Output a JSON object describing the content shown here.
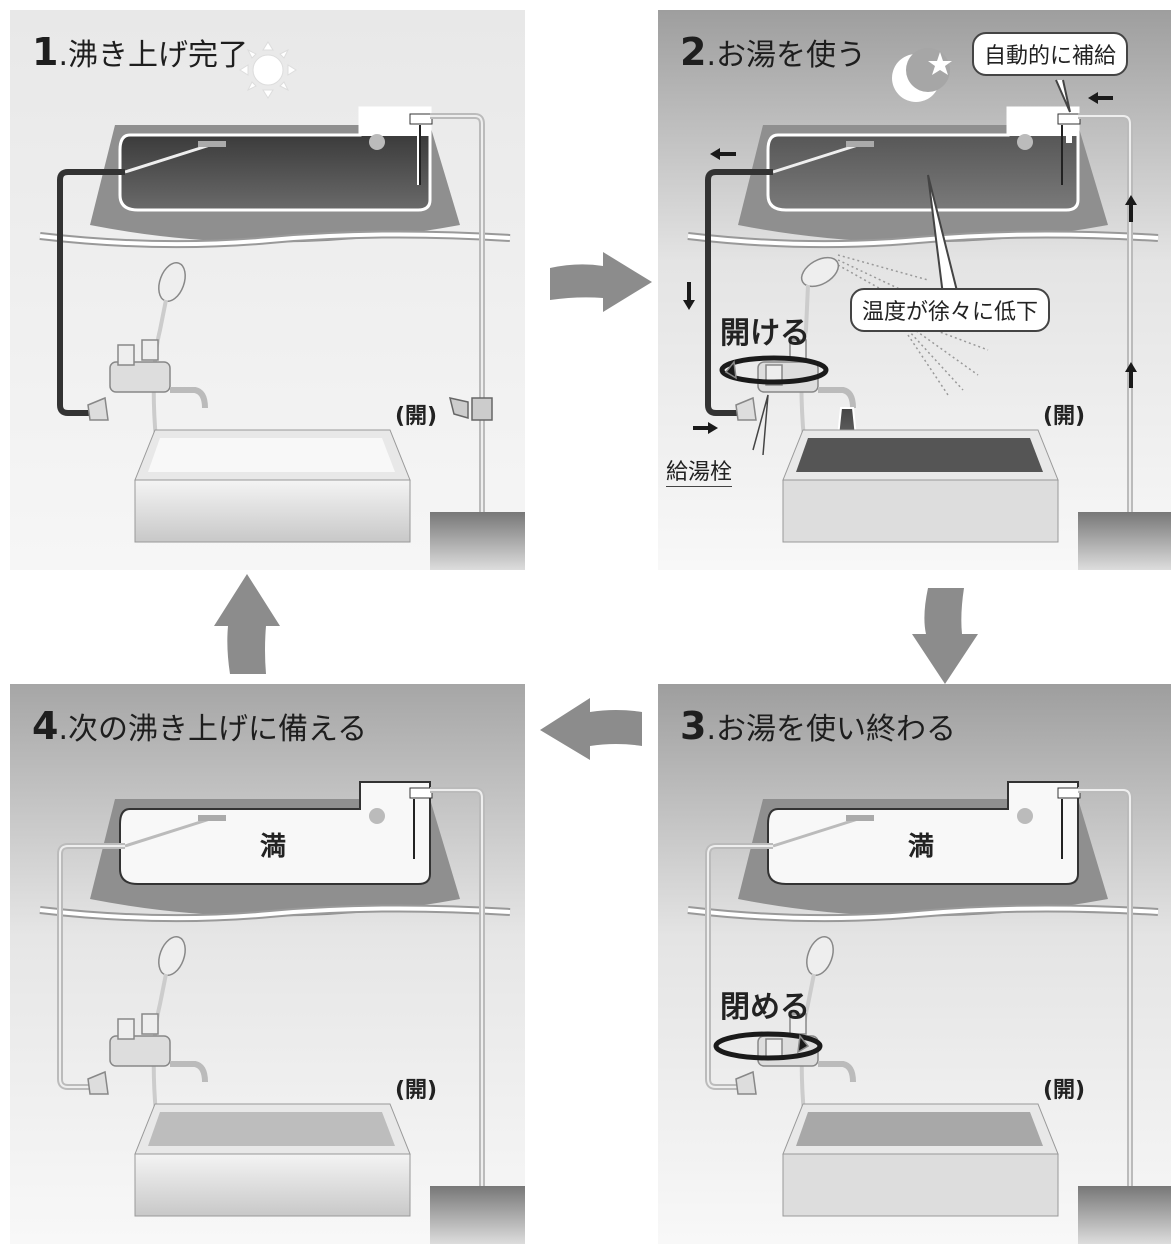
{
  "steps": [
    {
      "number": "1",
      "title": ".沸き上げ完了",
      "open_label": "(開)"
    },
    {
      "number": "2",
      "title": ".お湯を使う",
      "open_label": "(開)",
      "callout_top": "自動的に補給",
      "callout_middle": "温度が徐々に低下",
      "action": "開ける",
      "valve_label": "給湯栓"
    },
    {
      "number": "3",
      "title": ".お湯を使い終わる",
      "open_label": "(開)",
      "tank_label": "満",
      "action": "閉める"
    },
    {
      "number": "4",
      "title": ".次の沸き上げに備える",
      "open_label": "(開)",
      "tank_label": "満"
    }
  ],
  "icons": [
    "sun-icon",
    "moon-icon",
    "star-icon"
  ],
  "colors": {
    "hot_water": "#3a3a3a",
    "pipe": "#bbbbbb",
    "tank_body": "#8f8f8f",
    "arrow": "#8c8c8c"
  }
}
